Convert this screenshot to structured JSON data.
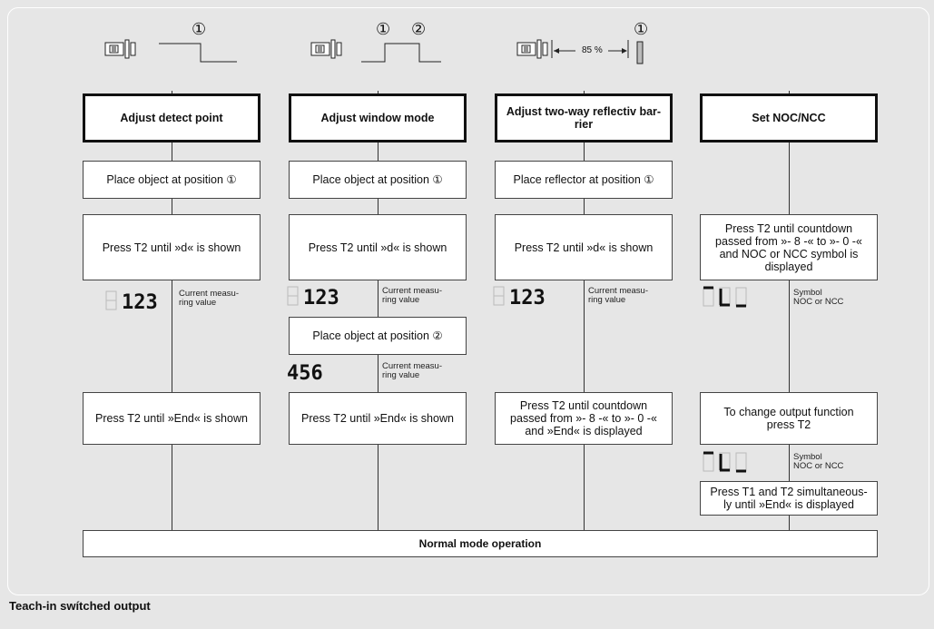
{
  "caption": "Teach-in swítched output",
  "diagrams": {
    "pos1": "①",
    "pos2": "②",
    "percent": "85 %"
  },
  "columns": [
    {
      "header": "Adjust detect point",
      "step1": "Place object at position ①",
      "step2": "Press T2 until »d« is shown",
      "display1": {
        "digits": "123",
        "note": "Current measu-\nring value"
      },
      "step4": "Press T2 until  »End« is shown"
    },
    {
      "header": "Adjust window mode",
      "step1": "Place object at position ①",
      "step2": "Press T2 until »d« is shown",
      "display1": {
        "digits": "123",
        "note": "Current measu-\nring value"
      },
      "step3": "Place object at position ②",
      "display2": {
        "digits": "456",
        "note": "Current measu-\nring value"
      },
      "step4": "Press T2 until  »End« is shown"
    },
    {
      "header": "Adjust two-way reflectiv bar-\nrier",
      "step1": "Place reflector at position ①",
      "step2": "Press T2 until »d« is shown",
      "display1": {
        "digits": "123",
        "note": "Current measu-\nring value"
      },
      "step4": "Press T2 until countdown\npassed from »- 8 -« to »- 0 -«\nand  »End« is displayed"
    },
    {
      "header": "Set NOC/NCC",
      "step2": "Press T2 until countdown\npassed from »- 8 -« to »- 0 -«\nand  NOC or NCC symbol  is\ndisplayed",
      "display1": {
        "digits": "",
        "note": "Symbol\nNOC or NCC"
      },
      "step4": "To change output function\npress T2",
      "display2": {
        "digits": "",
        "note": "Symbol\nNOC or NCC"
      },
      "step5": "Press T1 and T2 simultaneous-\nly until  »End« is displayed"
    }
  ],
  "footer": "Normal mode operation"
}
